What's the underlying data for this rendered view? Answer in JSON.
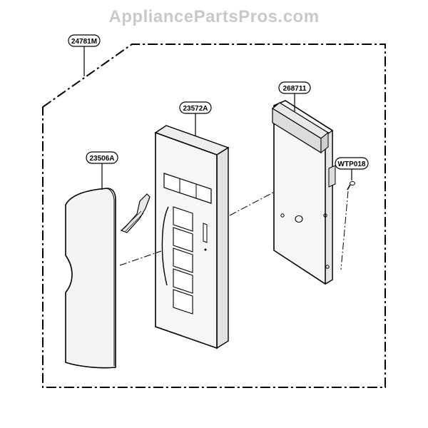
{
  "watermark": "AppliancePartsPros.com",
  "callouts": {
    "assembly": "24781M",
    "door": "23506A",
    "panel": "23572A",
    "board": "268711",
    "screw": "WTP018"
  }
}
